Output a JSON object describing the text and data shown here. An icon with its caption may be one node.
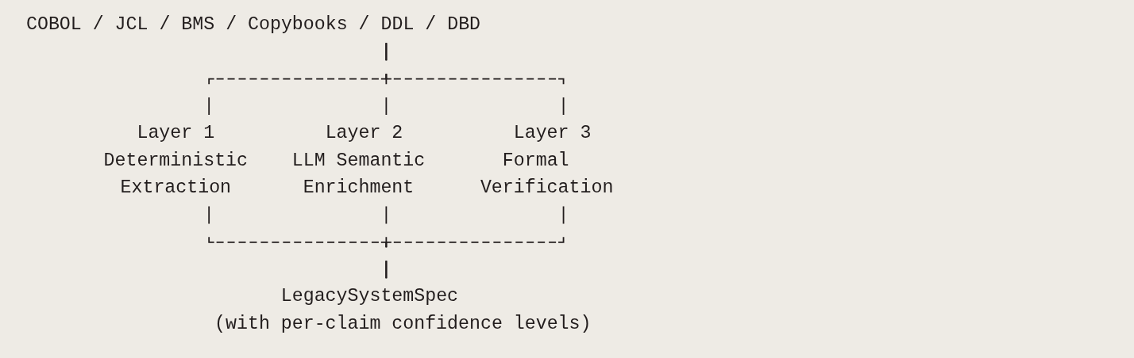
{
  "diagram": {
    "nodes": [
      {
        "text": [
          "COBOL / JCL / BMS / Copybooks / DDL / DBD"
        ]
      },
      {
        "text": [
          "Layer 1",
          "Deterministic Extraction"
        ]
      },
      {
        "text": [
          "Layer 2",
          "LLM Semantic Enrichment"
        ]
      },
      {
        "text": [
          "Layer 3",
          "Formal Verification"
        ]
      },
      {
        "text": [
          "LegacySystemSpec",
          "(with per-claim confidence levels)"
        ]
      }
    ],
    "edges": [
      {
        "from": 0,
        "to": 1,
        "arrow": "none"
      },
      {
        "from": 0,
        "to": 2,
        "arrow": "none"
      },
      {
        "from": 0,
        "to": 3,
        "arrow": "none"
      },
      {
        "from": 1,
        "to": 4,
        "arrow": "none"
      },
      {
        "from": 2,
        "to": 4,
        "arrow": "none"
      },
      {
        "from": 3,
        "to": 4,
        "arrow": "none"
      }
    ]
  }
}
